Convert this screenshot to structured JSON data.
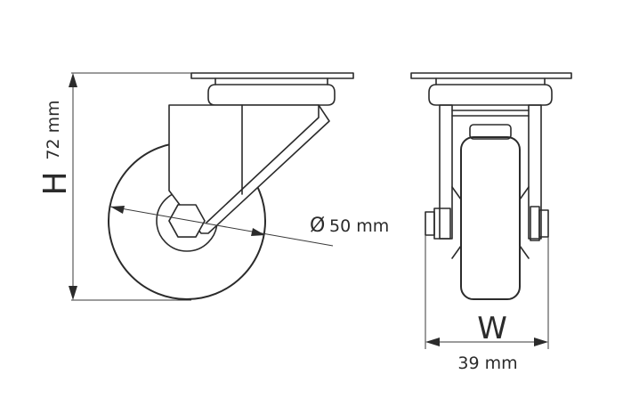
{
  "dimensions": {
    "height_letter": "H",
    "height_value": "72 mm",
    "diameter_symbol": "Ø",
    "diameter_value": "50 mm",
    "width_letter": "W",
    "width_value": "39 mm"
  },
  "colors": {
    "line": "#2b2b2b",
    "background": "#ffffff"
  }
}
